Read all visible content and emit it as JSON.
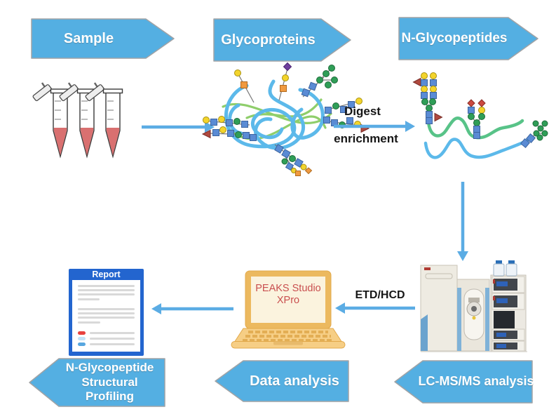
{
  "top_banners": [
    {
      "label": "Sample"
    },
    {
      "label": "Glycoproteins"
    },
    {
      "label": "N-Glycopeptides"
    }
  ],
  "bottom_banners": [
    {
      "label": "LC-MS/MS analysis"
    },
    {
      "label": "Data analysis"
    },
    {
      "label": "N-Glycopeptide Structural Profiling",
      "lines": [
        "N-Glycopeptide",
        "Structural",
        "Profiling"
      ]
    }
  ],
  "flow_labels": {
    "digest": "Digest",
    "enrichment": "enrichment",
    "etd_hcd": "ETD/HCD"
  },
  "laptop": {
    "software_name_line1": "PEAKS Studio",
    "software_name_line2": "XPro"
  },
  "report": {
    "title": "Report"
  },
  "colors": {
    "banner_blue": "#54AFE2",
    "arrow_blue": "#5BACE4",
    "report_blue": "#2365CF",
    "laptop_orange": "#ECB95F",
    "peaks_text_red": "#C94F4F",
    "tube_liquid_red": "#D97070"
  }
}
